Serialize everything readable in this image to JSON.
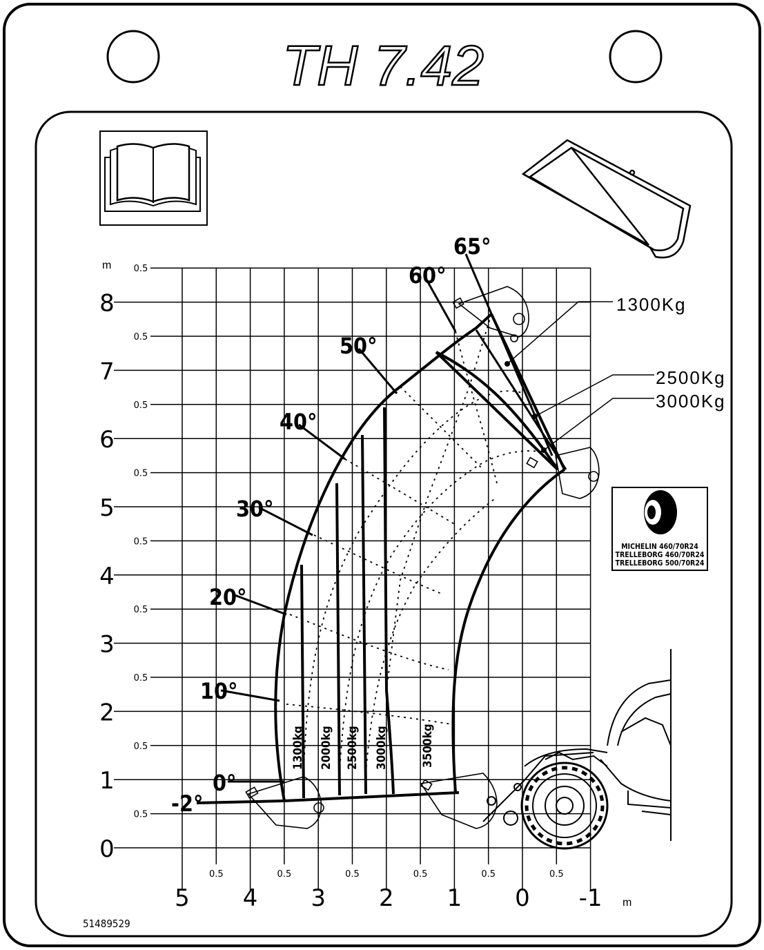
{
  "header": {
    "title": "TH 7.42"
  },
  "chart": {
    "y_unit": "m",
    "x_unit": "m",
    "y_ticks": [
      "0",
      "1",
      "2",
      "3",
      "4",
      "5",
      "6",
      "7",
      "8"
    ],
    "y_half_label": "0.5",
    "x_ticks": [
      "5",
      "4",
      "3",
      "2",
      "1",
      "0",
      "-1"
    ],
    "x_half_label": "0.5",
    "angles": [
      "65°",
      "60°",
      "50°",
      "40°",
      "30°",
      "20°",
      "10°",
      "0°",
      "-2°"
    ],
    "zone_labels": [
      "1300kg",
      "2000kg",
      "2500kg",
      "3000kg",
      "3500kg"
    ],
    "callouts": [
      "1300Kg",
      "2500Kg",
      "3000Kg"
    ]
  },
  "tyres": {
    "icon": "tyre-icon",
    "lines": [
      "MICHELIN 460/70R24",
      "TRELLEBORG 460/70R24",
      "TRELLEBORG 500/70R24"
    ]
  },
  "icons": {
    "manual": "manual-book-icon",
    "bucket": "bucket-icon",
    "machine": "telehandler-icon"
  },
  "footer": {
    "part_number": "51489529"
  }
}
